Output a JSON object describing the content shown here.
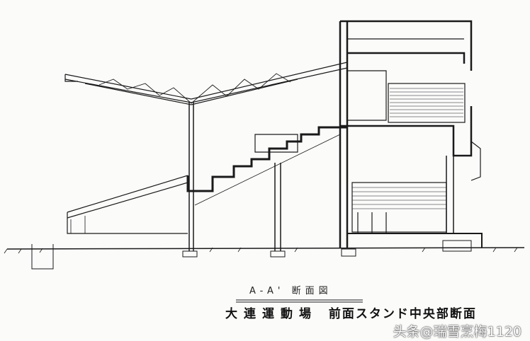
{
  "section_label": "A-A' 断面図",
  "title": {
    "part1": "大連運動場",
    "part2": "前面スタンド中央部断面"
  },
  "watermark": "头条@瑞雪烹梅1120",
  "colors": {
    "ink": "#1a1a1a",
    "paper": "#fbfbfa"
  }
}
